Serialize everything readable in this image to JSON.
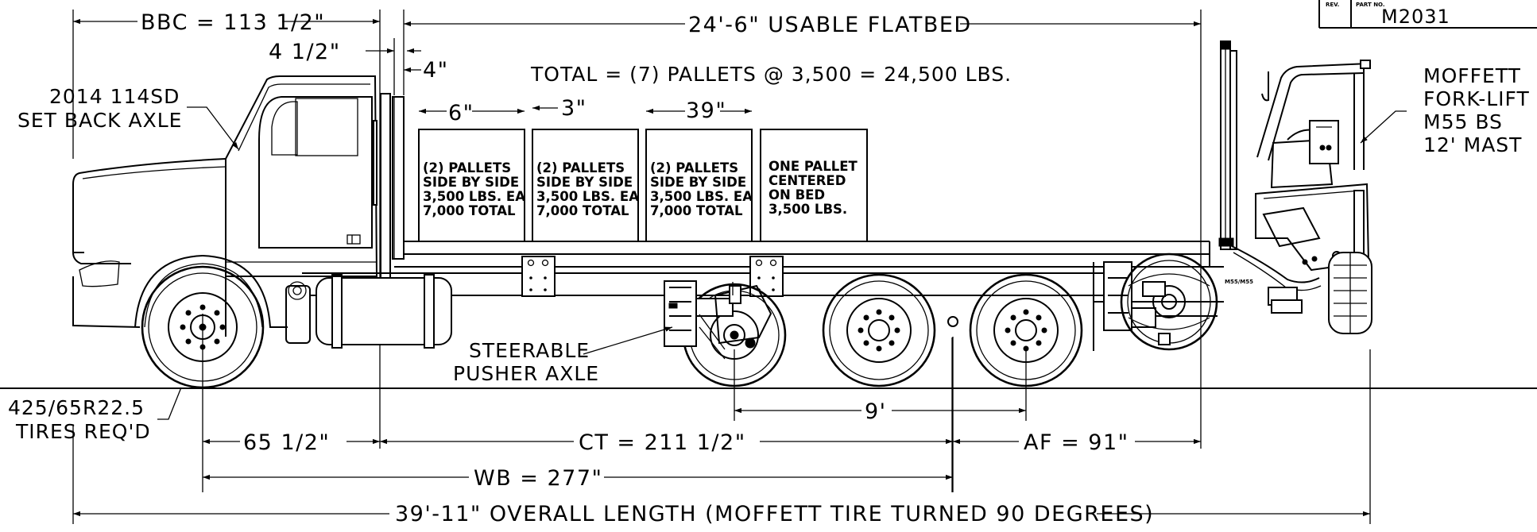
{
  "title_block": {
    "rev_label": "REV.",
    "part_label": "PART NO.",
    "part_number": "M2031"
  },
  "dimensions": {
    "bbc": "BBC = 113 1/2\"",
    "cab_gap": "4 1/2\"",
    "bulkhead": "4\"",
    "usable_flatbed": "24'-6\" USABLE FLATBED",
    "gap1": "6\"",
    "gap2": "3\"",
    "gap3": "39\"",
    "axle_front": "65 1/2\"",
    "ct": "CT = 211 1/2\"",
    "af": "AF = 91\"",
    "tandem": "9'",
    "wb": "WB = 277\"",
    "overall": "39'-11\" OVERALL LENGTH (MOFFETT TIRE TURNED 90 DEGREES)"
  },
  "total_pallets": "TOTAL = (7) PALLETS @ 3,500 = 24,500 LBS.",
  "pallets": [
    {
      "l1": "(2) PALLETS",
      "l2": "SIDE BY SIDE",
      "l3": "3,500 LBS. EA",
      "l4": "7,000 TOTAL"
    },
    {
      "l1": "(2) PALLETS",
      "l2": "SIDE BY SIDE",
      "l3": "3,500 LBS. EA",
      "l4": "7,000 TOTAL"
    },
    {
      "l1": "(2) PALLETS",
      "l2": "SIDE BY SIDE",
      "l3": "3,500 LBS. EA",
      "l4": "7,000 TOTAL"
    },
    {
      "l1": "ONE PALLET",
      "l2": "CENTERED",
      "l3": "ON BED",
      "l4": "3,500 LBS."
    }
  ],
  "callouts": {
    "axle_l1": "2014 114SD",
    "axle_l2": "SET BACK AXLE",
    "tires_l1": "425/65R22.5",
    "tires_l2": "TIRES REQ'D",
    "pusher_l1": "STEERABLE",
    "pusher_l2": "PUSHER AXLE",
    "forklift_l1": "MOFFETT",
    "forklift_l2": "FORK-LIFT",
    "forklift_l3": "M55 BS",
    "forklift_l4": "12' MAST",
    "forklift_badge": "M55/M55"
  }
}
